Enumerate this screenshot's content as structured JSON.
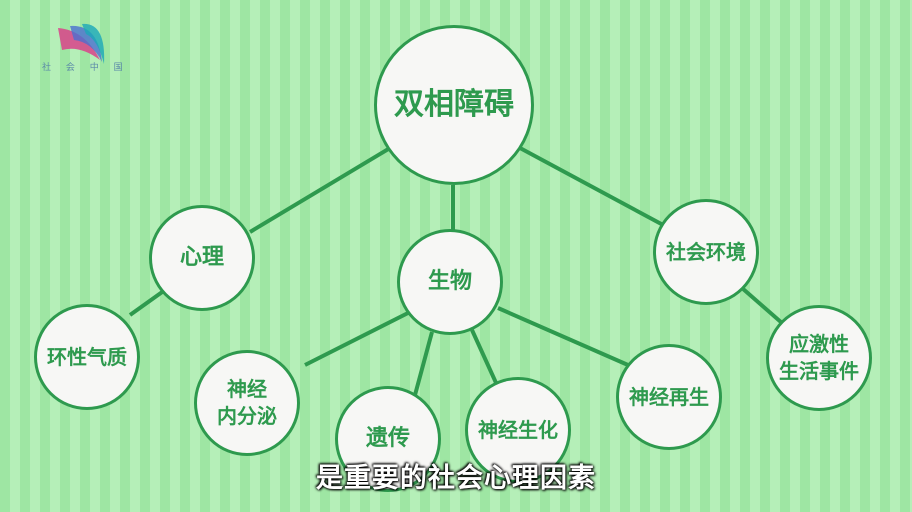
{
  "logo": {
    "text": "社 会 中 国"
  },
  "nodes": {
    "root": "双相障碍",
    "psychology": "心理",
    "temperament": "环性气质",
    "biology": "生物",
    "neural_line1": "神经",
    "neural_line2": "内分泌",
    "genetics": "遗传",
    "neurobiochem": "神经生化",
    "neuroregen": "神经再生",
    "social": "社会环境",
    "stress_line1": "应激性",
    "stress_line2": "生活事件"
  },
  "caption": "是重要的社会心理因素",
  "colors": {
    "node_border": "#2e9a4e",
    "node_fill": "#f7f7f5",
    "stripe_a": "#9ee6a3",
    "stripe_b": "#b5efb8"
  }
}
